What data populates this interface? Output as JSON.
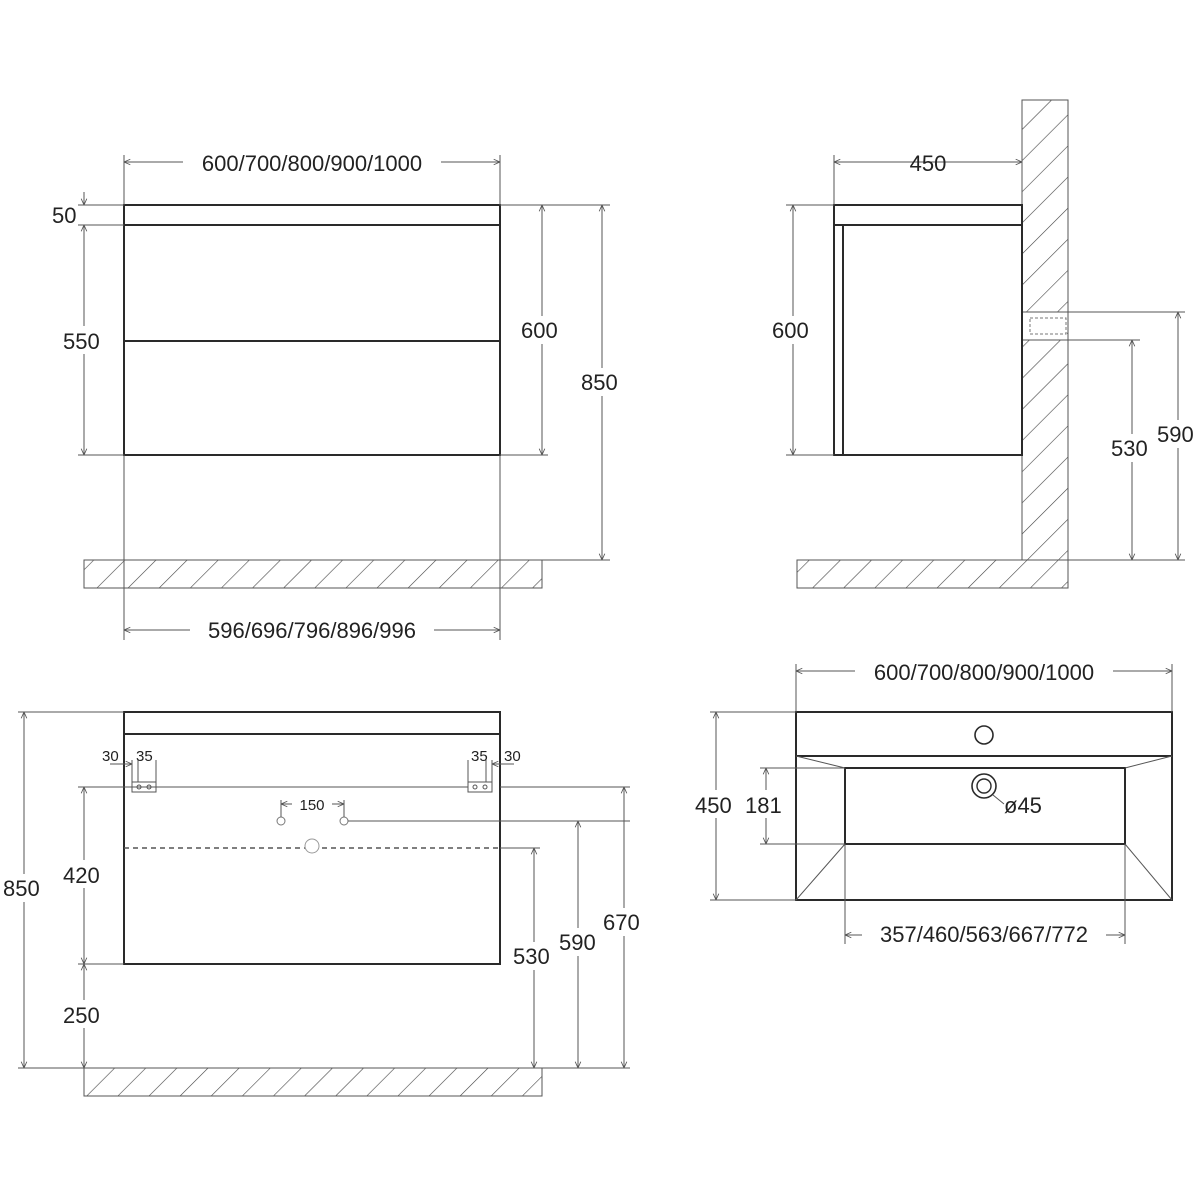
{
  "front_view": {
    "width": "600/700/800/900/1000",
    "top_thickness": "50",
    "body_height": "550",
    "total_height": "600",
    "floor_height": "850",
    "bottom_width": "596/696/796/896/996"
  },
  "side_view": {
    "depth": "450",
    "height": "600",
    "drain_height_1": "530",
    "drain_height_2": "590"
  },
  "back_view": {
    "total_height": "850",
    "hang_left_1": "30",
    "hang_left_2": "35",
    "hang_right_1": "35",
    "hang_right_2": "30",
    "hole_spacing": "150",
    "mount_height": "420",
    "floor_gap": "250",
    "pipe_height_1": "530",
    "pipe_height_2": "590",
    "pipe_height_3": "670"
  },
  "top_view": {
    "width": "600/700/800/900/1000",
    "depth": "450",
    "tap_offset": "181",
    "drain_diameter": "ø45",
    "basin_width": "357/460/563/667/772"
  }
}
